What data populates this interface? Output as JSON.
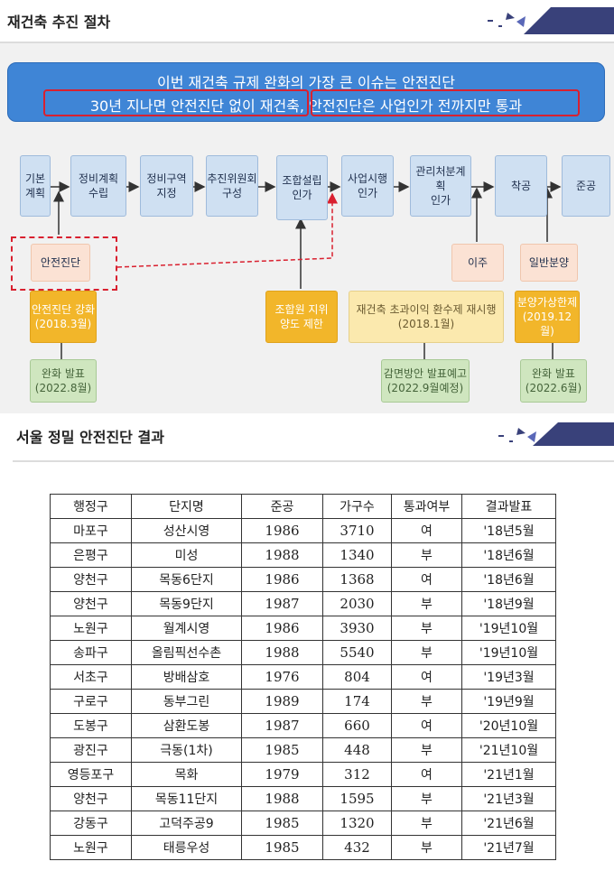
{
  "slide1": {
    "title": "재건축 추진 절차",
    "banner": {
      "line1": "이번 재건축 규제 완화의 가장 큰 이슈는 안전진단",
      "line2_part1": "30년 지나면 안전진단 없이 재건축,",
      "line2_part2": "안전진단은 사업인가 전까지만 통과"
    },
    "steps": [
      "기본\n계획",
      "정비계획\n수립",
      "정비구역\n지정",
      "추진위원회\n구성",
      "조합설립\n인가",
      "사업시행\n인가",
      "관리처분계획\n인가",
      "착공",
      "준공"
    ],
    "safety_check": "안전진단",
    "move_out": "이주",
    "general_sale": "일반분양",
    "notes": {
      "safety_strengthen": "안전진단 강화\n(2018.3월)",
      "safety_relax": "완화 발표\n(2022.8월)",
      "member_transfer": "조합원 지위\n양도 제한",
      "excess_profit": "재건축 초과이익 환수제 재시행\n(2018.1월)",
      "reduction_plan": "감면방안 발표예고\n(2022.9월예정)",
      "price_cap": "분양가상한제\n(2019.12월)",
      "price_cap_relax": "완화 발표\n(2022.6월)"
    },
    "colors": {
      "banner": "#3f85d6",
      "step": "#cfe0f2",
      "highlight": "#d9202f",
      "gold": "#f2b62a"
    }
  },
  "slide2": {
    "title": "서울 정밀 안전진단 결과",
    "table": {
      "headers": [
        "행정구",
        "단지명",
        "준공",
        "가구수",
        "통과여부",
        "결과발표"
      ],
      "rows": [
        [
          "마포구",
          "성산시영",
          "1986",
          "3710",
          "여",
          "'18년5월"
        ],
        [
          "은평구",
          "미성",
          "1988",
          "1340",
          "부",
          "'18년6월"
        ],
        [
          "양천구",
          "목동6단지",
          "1986",
          "1368",
          "여",
          "'18년6월"
        ],
        [
          "양천구",
          "목동9단지",
          "1987",
          "2030",
          "부",
          "'18년9월"
        ],
        [
          "노원구",
          "월계시영",
          "1986",
          "3930",
          "부",
          "'19년10월"
        ],
        [
          "송파구",
          "올림픽선수촌",
          "1988",
          "5540",
          "부",
          "'19년10월"
        ],
        [
          "서초구",
          "방배삼호",
          "1976",
          "804",
          "여",
          "'19년3월"
        ],
        [
          "구로구",
          "동부그린",
          "1989",
          "174",
          "부",
          "'19년9월"
        ],
        [
          "도봉구",
          "삼환도봉",
          "1987",
          "660",
          "여",
          "'20년10월"
        ],
        [
          "광진구",
          "극동(1차)",
          "1985",
          "448",
          "부",
          "'21년10월"
        ],
        [
          "영등포구",
          "목화",
          "1979",
          "312",
          "여",
          "'21년1월"
        ],
        [
          "양천구",
          "목동11단지",
          "1988",
          "1595",
          "부",
          "'21년3월"
        ],
        [
          "강동구",
          "고덕주공9",
          "1985",
          "1320",
          "부",
          "'21년6월"
        ],
        [
          "노원구",
          "태릉우성",
          "1985",
          "432",
          "부",
          "'21년7월"
        ]
      ]
    }
  }
}
